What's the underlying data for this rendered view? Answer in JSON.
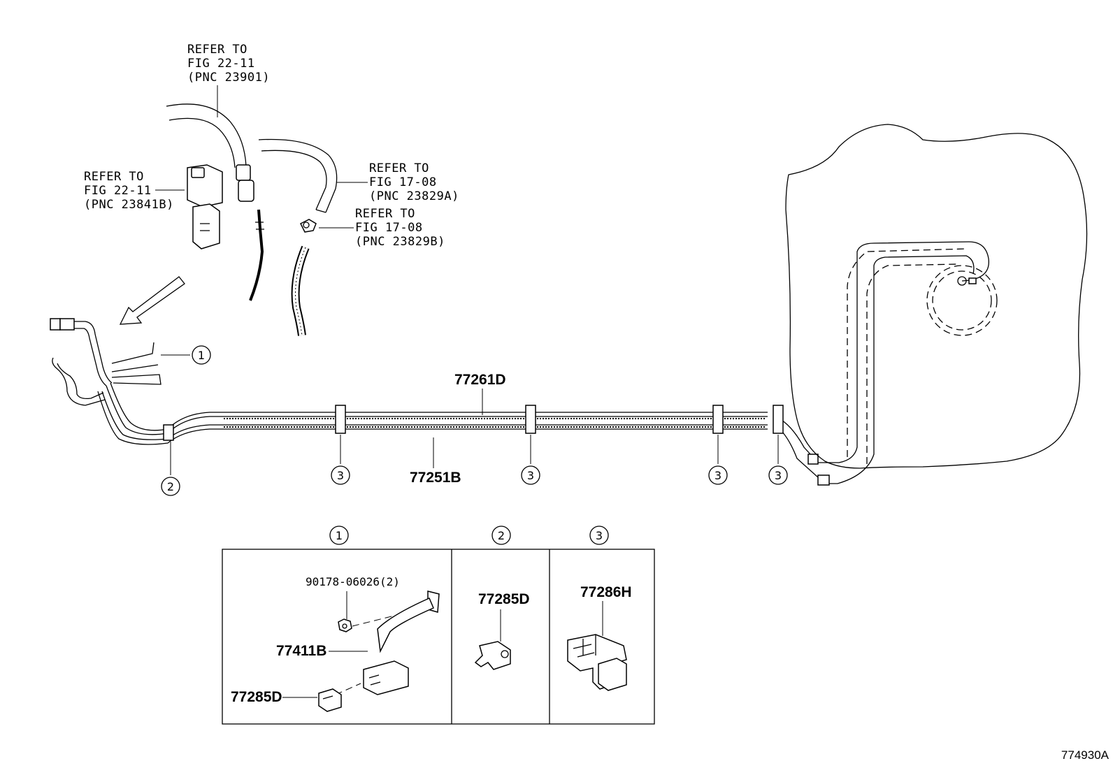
{
  "figure_id": "774930A",
  "refs": [
    {
      "id": "ref-23901",
      "lines": [
        "REFER TO",
        "FIG 22-11",
        "(PNC 23901)"
      ]
    },
    {
      "id": "ref-23841b",
      "lines": [
        "REFER TO",
        "FIG 22-11",
        "(PNC 23841B)"
      ]
    },
    {
      "id": "ref-23829a",
      "lines": [
        "REFER TO",
        "FIG 17-08",
        "(PNC 23829A)"
      ]
    },
    {
      "id": "ref-23829b",
      "lines": [
        "REFER TO",
        "FIG 17-08",
        "(PNC 23829B)"
      ]
    }
  ],
  "main_parts": {
    "tube_upper": "77261D",
    "tube_lower": "77251B"
  },
  "callouts": [
    "1",
    "2",
    "3",
    "3",
    "3",
    "3"
  ],
  "detail_boxes": [
    {
      "key": "1",
      "parts": [
        "90178-06026(2)",
        "77411B",
        "77285D"
      ]
    },
    {
      "key": "2",
      "parts": [
        "77285D"
      ]
    },
    {
      "key": "3",
      "parts": [
        "77286H"
      ]
    }
  ]
}
